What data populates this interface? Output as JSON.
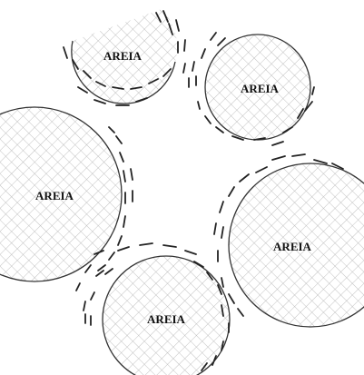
{
  "diagram": {
    "grains": [
      {
        "id": "top-left",
        "label": "AREIA"
      },
      {
        "id": "top-right",
        "label": "AREIA"
      },
      {
        "id": "left",
        "label": "AREIA"
      },
      {
        "id": "right",
        "label": "AREIA"
      },
      {
        "id": "bottom",
        "label": "AREIA"
      }
    ],
    "colors": {
      "background": "#ffffff",
      "outline": "#333333",
      "hatch": "#aaaaaa",
      "water_film": "#222222",
      "text": "#111111"
    }
  }
}
